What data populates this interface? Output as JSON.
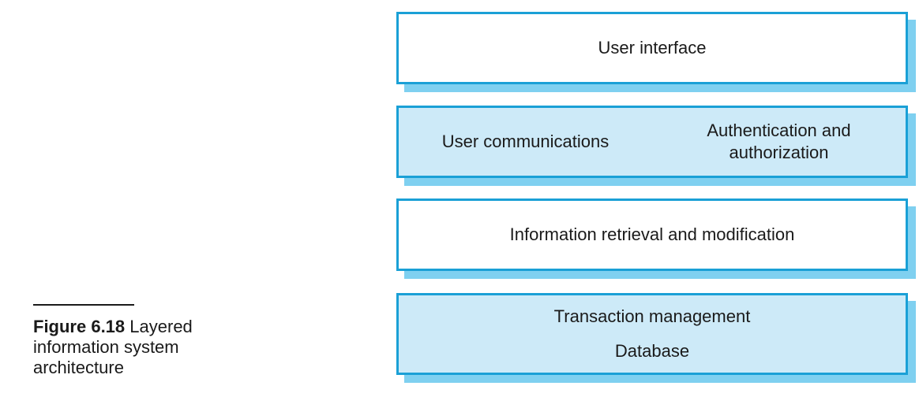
{
  "caption": {
    "figure_number": "Figure 6.18",
    "title": "Layered information system architecture"
  },
  "layers": [
    {
      "items": [
        "User interface"
      ]
    },
    {
      "items": [
        "User communications",
        "Authentication and authorization"
      ]
    },
    {
      "items": [
        "Information retrieval and modification"
      ]
    },
    {
      "items": [
        "Transaction management",
        "Database"
      ]
    }
  ],
  "colors": {
    "border": "#1aa0d6",
    "shadow": "#7fd0f0",
    "light_fill": "#cdeaf8",
    "white_fill": "#ffffff"
  }
}
